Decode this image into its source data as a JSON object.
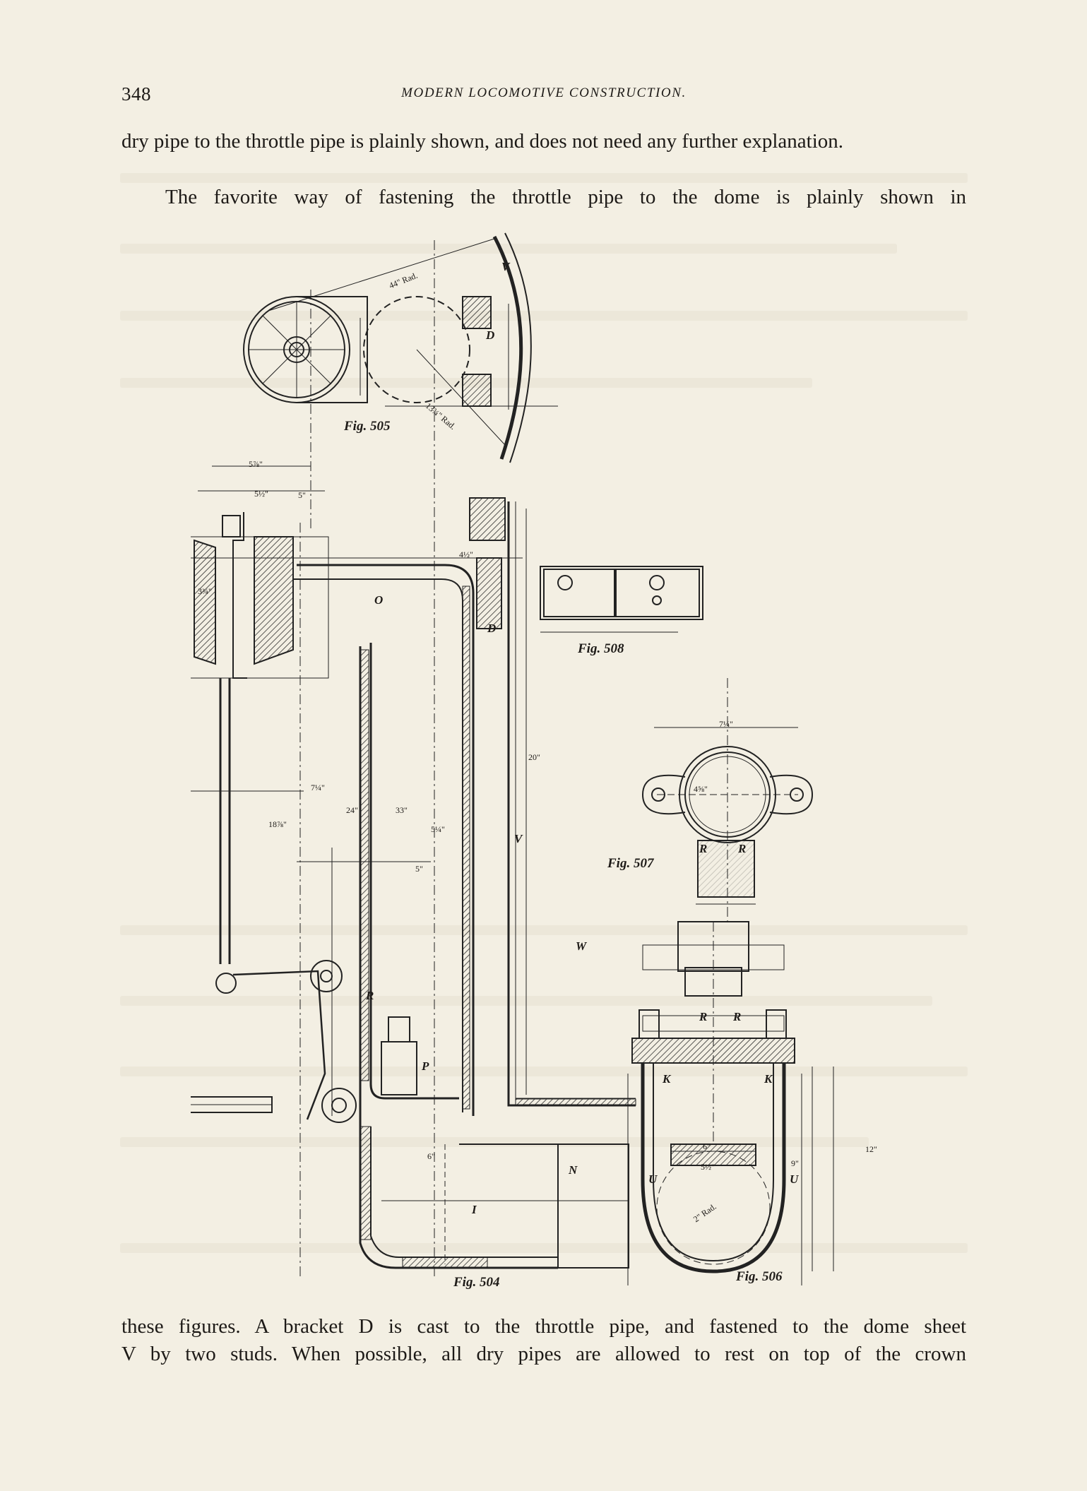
{
  "header": {
    "page_number": "348",
    "running_title": "MODERN LOCOMOTIVE CONSTRUCTION."
  },
  "text": {
    "para1": "dry pipe to the throttle pipe is plainly shown, and does not need any further explanation.",
    "para2": "The favorite way of fastening the throttle pipe to the dome is plainly shown in",
    "para3_line1": "these figures. A bracket D is cast to the throttle pipe, and fastened to the dome sheet",
    "para3_line2": "V by two studs. When possible, all dry pipes are allowed to rest on top of the crown"
  },
  "figures": {
    "fig505": "Fig. 505",
    "fig504": "Fig. 504",
    "fig506": "Fig. 506",
    "fig507": "Fig. 507",
    "fig508": "Fig. 508"
  },
  "labels": {
    "V": "V",
    "D": "D",
    "O": "O",
    "W": "W",
    "R": "R",
    "N": "N",
    "I": "I",
    "P": "P",
    "K": "K",
    "U": "U"
  },
  "dims": {
    "r44": "44\" Rad.",
    "r13": "13¾\" Rad.",
    "d5_7_8": "5⅞\"",
    "d5_1_2": "5½\"",
    "d5": "5\"",
    "d4_1_2": "4½\"",
    "d7_1_4": "7¼\"",
    "d20": "20\"",
    "d33": "33\"",
    "d24": "24\"",
    "d18": "18⅞\"",
    "d5_1_4": "5¼\"",
    "d6": "6\"",
    "d9": "9\"",
    "d12": "12\"",
    "d4_5_8": "4⅝\"",
    "d3_3_4": "3¾\"",
    "r2": "2\" Rad."
  }
}
